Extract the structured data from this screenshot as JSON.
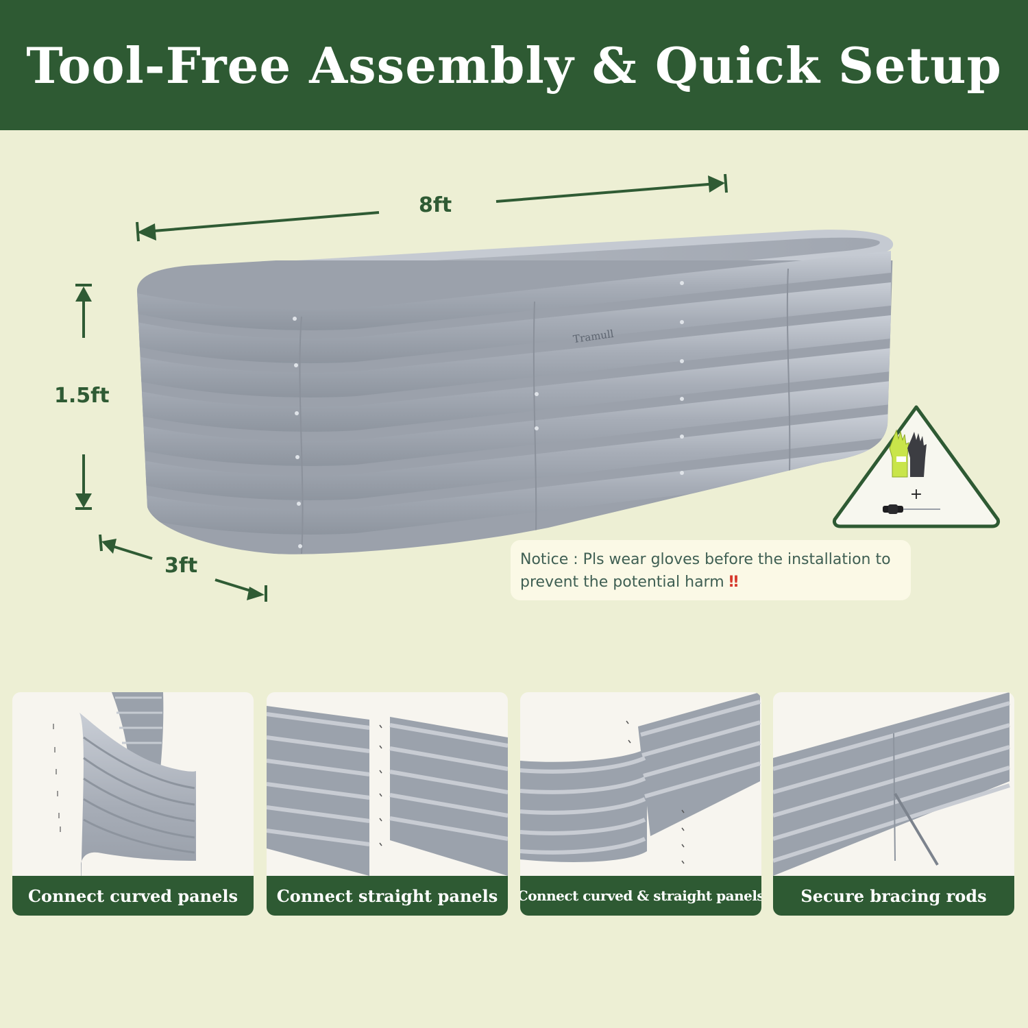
{
  "header": {
    "title": "Tool-Free Assembly & Quick Setup"
  },
  "dimensions": {
    "length": "8ft",
    "height": "1.5ft",
    "width": "3ft"
  },
  "product": {
    "brand": "Tramull"
  },
  "notice": {
    "text": "Notice : Pls wear gloves before the installation to prevent the potential harm",
    "mark": "‼"
  },
  "tools": {
    "plus": "+"
  },
  "steps": [
    {
      "label": "Connect curved panels"
    },
    {
      "label": "Connect straight panels"
    },
    {
      "label": "Connect curved & straight panels"
    },
    {
      "label": "Secure bracing rods"
    }
  ],
  "colors": {
    "brand_green": "#2e5a33",
    "background": "#edefd4",
    "panel_gray": "#a3a9b2"
  }
}
